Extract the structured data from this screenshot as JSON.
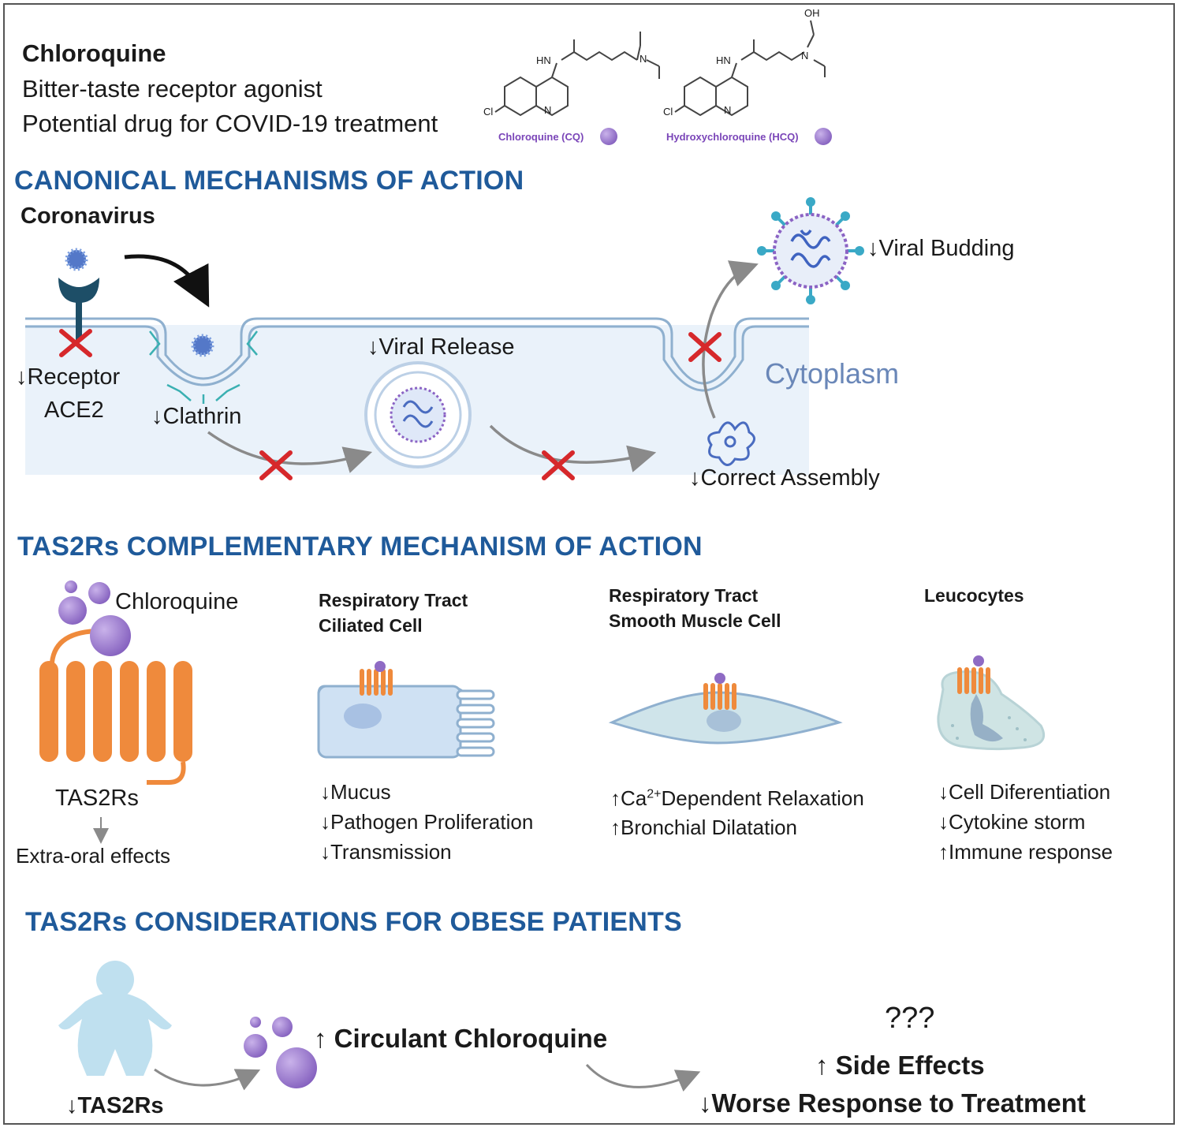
{
  "header": {
    "title": "Chloroquine",
    "line1": "Bitter-taste receptor agonist",
    "line2": "Potential drug for COVID-19 treatment",
    "cq_label": "Chloroquine (CQ)",
    "hcq_label": "Hydroxychloroquine (HCQ)",
    "chem_atoms": {
      "hn": "HN",
      "n": "N",
      "cl": "Cl",
      "oh": "OH"
    }
  },
  "canonical": {
    "heading": "CANONICAL MECHANISMS OF ACTION",
    "coronavirus": "Coronavirus",
    "receptor": "↓Receptor",
    "ace2": "ACE2",
    "clathrin": "↓Clathrin",
    "viral_release": "↓Viral Release",
    "viral_budding": "↓Viral Budding",
    "cytoplasm": "Cytoplasm",
    "correct_assembly": "↓Correct Assembly"
  },
  "tas2rs": {
    "heading": "TAS2Rs COMPLEMENTARY MECHANISM OF ACTION",
    "chloroquine": "Chloroquine",
    "receptor_label": "TAS2Rs",
    "extra_oral": "Extra-oral effects",
    "ciliated": {
      "title_1": "Respiratory Tract",
      "title_2": "Ciliated Cell",
      "effects": [
        "↓Mucus",
        "↓Pathogen Proliferation",
        "↓Transmission"
      ]
    },
    "smooth": {
      "title_1": "Respiratory Tract",
      "title_2": "Smooth Muscle Cell",
      "effect1_pre": "↑Ca",
      "effect1_sup": "2+",
      "effect1_post": "Dependent Relaxation",
      "effect2": "↑Bronchial Dilatation"
    },
    "leucocytes": {
      "title": "Leucocytes",
      "effects": [
        "↓Cell Diferentiation",
        "↓Cytokine storm",
        "↑Immune response"
      ]
    }
  },
  "obese": {
    "heading": "TAS2Rs CONSIDERATIONS FOR OBESE PATIENTS",
    "tas2rs": "↓TAS2Rs",
    "circulant": "↑ Circulant Chloroquine",
    "question": "???",
    "side_effects": "↑ Side Effects",
    "worse": "↓Worse Response to Treatment"
  },
  "colors": {
    "heading_blue": "#1f5a9a",
    "drug_purple": "#8f6bc4",
    "receptor_orange": "#ef8a3c",
    "cell_blue": "#cfe1f3",
    "x_red": "#d6282b"
  }
}
